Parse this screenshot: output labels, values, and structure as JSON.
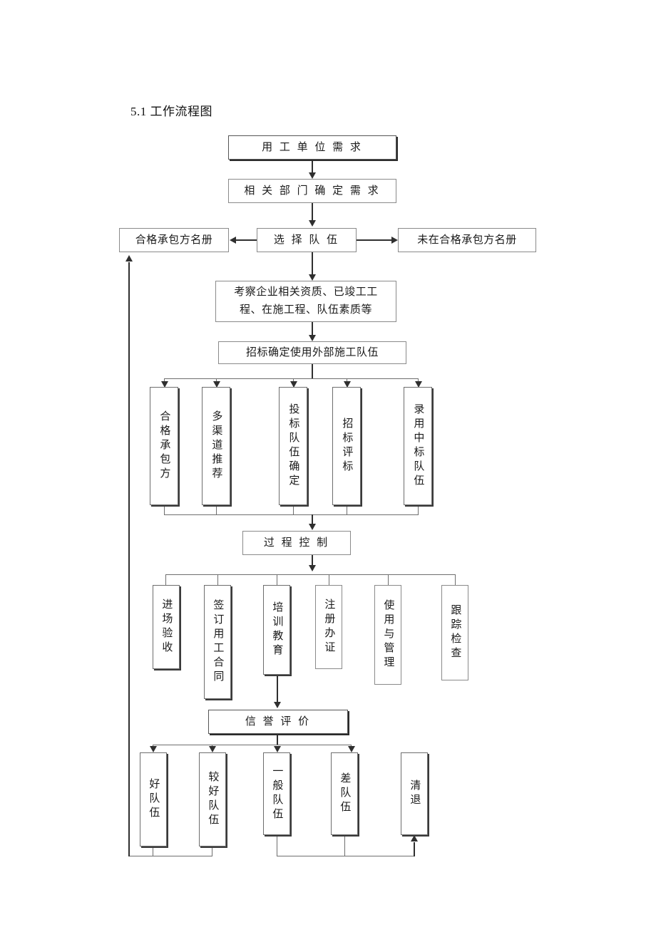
{
  "document": {
    "section_number": "5.1",
    "section_title": "5.1 工作流程图"
  },
  "chart_data": {
    "type": "diagram",
    "title": "5.1 工作流程图",
    "orientation": "top-to-bottom",
    "nodes": [
      {
        "id": "n1",
        "label": "用 工 单 位 需 求",
        "row": 0
      },
      {
        "id": "n2",
        "label": "相 关 部 门 确 定 需 求",
        "row": 1
      },
      {
        "id": "n3",
        "label": "选 择 队 伍",
        "row": 2
      },
      {
        "id": "n4",
        "label": "合格承包方名册",
        "row": 2
      },
      {
        "id": "n5",
        "label": "未在合格承包方名册",
        "row": 2
      },
      {
        "id": "n6",
        "label": "考察企业相关资质、已竣工工程、在施工程、队伍素质等",
        "row": 3
      },
      {
        "id": "n7",
        "label": "招标确定使用外部施工队伍",
        "row": 4
      },
      {
        "id": "n8",
        "label": "合格承包方",
        "row": 5
      },
      {
        "id": "n9",
        "label": "多渠道推荐",
        "row": 5
      },
      {
        "id": "n10",
        "label": "投标队伍确定",
        "row": 5
      },
      {
        "id": "n11",
        "label": "招标评标",
        "row": 5
      },
      {
        "id": "n12",
        "label": "录用中标队伍",
        "row": 5
      },
      {
        "id": "n13",
        "label": "过 程 控 制",
        "row": 6
      },
      {
        "id": "n14",
        "label": "进场验收",
        "row": 7
      },
      {
        "id": "n15",
        "label": "签订用工合同",
        "row": 7
      },
      {
        "id": "n16",
        "label": "培训教育",
        "row": 7
      },
      {
        "id": "n17",
        "label": "注册办证",
        "row": 7
      },
      {
        "id": "n18",
        "label": "使用与管理",
        "row": 7
      },
      {
        "id": "n19",
        "label": "跟踪检查",
        "row": 7
      },
      {
        "id": "n20",
        "label": "信 誉 评 价",
        "row": 8
      },
      {
        "id": "n21",
        "label": "好队伍",
        "row": 9
      },
      {
        "id": "n22",
        "label": "较好队伍",
        "row": 9
      },
      {
        "id": "n23",
        "label": "一般队伍",
        "row": 9
      },
      {
        "id": "n24",
        "label": "差队伍",
        "row": 9
      },
      {
        "id": "n25",
        "label": "清退",
        "row": 9
      }
    ],
    "edges": [
      {
        "from": "n1",
        "to": "n2"
      },
      {
        "from": "n2",
        "to": "n3"
      },
      {
        "from": "n3",
        "to": "n4"
      },
      {
        "from": "n3",
        "to": "n5"
      },
      {
        "from": "n3",
        "to": "n6"
      },
      {
        "from": "n6",
        "to": "n7"
      },
      {
        "from": "n7",
        "to": "n8"
      },
      {
        "from": "n7",
        "to": "n9"
      },
      {
        "from": "n7",
        "to": "n10"
      },
      {
        "from": "n7",
        "to": "n11"
      },
      {
        "from": "n7",
        "to": "n12"
      },
      {
        "from": "n8",
        "to": "n13"
      },
      {
        "from": "n9",
        "to": "n13"
      },
      {
        "from": "n10",
        "to": "n13"
      },
      {
        "from": "n11",
        "to": "n13"
      },
      {
        "from": "n12",
        "to": "n13"
      },
      {
        "from": "n13",
        "to": "n14"
      },
      {
        "from": "n13",
        "to": "n15"
      },
      {
        "from": "n13",
        "to": "n16"
      },
      {
        "from": "n13",
        "to": "n17"
      },
      {
        "from": "n13",
        "to": "n18"
      },
      {
        "from": "n13",
        "to": "n19"
      },
      {
        "from": "n16",
        "to": "n20"
      },
      {
        "from": "n20",
        "to": "n21"
      },
      {
        "from": "n20",
        "to": "n22"
      },
      {
        "from": "n20",
        "to": "n23"
      },
      {
        "from": "n20",
        "to": "n24"
      },
      {
        "from": "n21",
        "to": "n4",
        "type": "feedback"
      },
      {
        "from": "n22",
        "to": "n4",
        "type": "feedback"
      },
      {
        "from": "n23",
        "to": "n25"
      },
      {
        "from": "n24",
        "to": "n25"
      }
    ]
  },
  "flow": {
    "n1": "用 工 单 位 需 求",
    "n2": "相 关 部 门 确 定 需 求",
    "n3": "选 择 队 伍",
    "n4": "合格承包方名册",
    "n5": "未在合格承包方名册",
    "n6": "考察企业相关资质、已竣工工程、在施工程、队伍素质等",
    "n7": "招标确定使用外部施工队伍",
    "n8": "合格承包方",
    "n9": "多渠道推荐",
    "n10": "投标队伍确定",
    "n11": "招标评标",
    "n12": "录用中标队伍",
    "n13": "过 程 控 制",
    "n14": "进场验收",
    "n15": "签订用工合同",
    "n16": "培训教育",
    "n17": "注册办证",
    "n18": "使用与管理",
    "n19": "跟踪检查",
    "n20": "信 誉 评 价",
    "n21": "好队伍",
    "n22": "较好队伍",
    "n23": "一般队伍",
    "n24": "差队伍",
    "n25": "清退"
  }
}
